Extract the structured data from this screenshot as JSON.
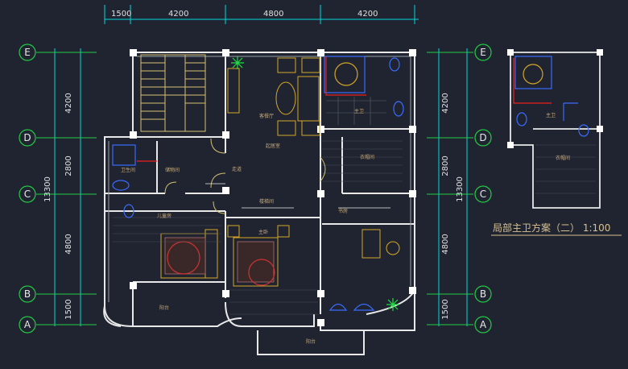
{
  "top_dimensions": [
    "1500",
    "4200",
    "4800",
    "4200"
  ],
  "left_dims": [
    "4200",
    "2800",
    "4800",
    "1500"
  ],
  "left_total": "13300",
  "right_dims": [
    "4200",
    "2800",
    "4800",
    "1500"
  ],
  "right_total": "13300",
  "axis_labels": [
    "E",
    "D",
    "C",
    "B",
    "A"
  ],
  "rooms": {
    "dining": "客餐厅",
    "living": "起居室",
    "bath_left": "卫生间",
    "storage": "储物间",
    "child": "儿童房",
    "master": "主卧",
    "balcony_left": "阳台",
    "balcony_bottom": "阳台",
    "wardrobe": "衣帽间",
    "cloak_right": "衣帽间",
    "master_bath": "主卫",
    "corridor": "走道",
    "stair": "楼梯间",
    "study": "书房"
  },
  "detail_title": "局部主卫方案（二） 1:100",
  "colors": {
    "bg": "#1f2430",
    "wall": "#e8e8e8",
    "dim": "#00d8d8",
    "axis": "#22cc44",
    "furn": "#d4a628",
    "text": "#c8a878"
  }
}
